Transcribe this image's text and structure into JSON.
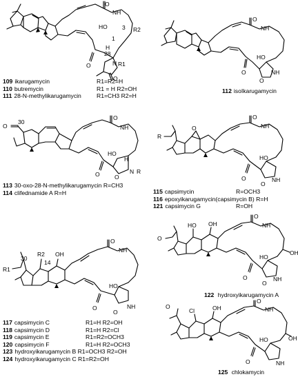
{
  "atom_labels": {
    "O": "O",
    "OH": "OH",
    "HO": "HO",
    "NH": "NH",
    "N": "N",
    "H": "H",
    "R": "R",
    "R1": "R1",
    "R2": "R2",
    "Cl": "Cl",
    "c1": "1",
    "c3": "3",
    "c28": "28",
    "c30": "30",
    "c14": "14"
  },
  "panels": {
    "p1": {
      "compounds": [
        {
          "num": "109",
          "name": "ikarugamycin",
          "subst": "R1=R2=H"
        },
        {
          "num": "110",
          "name": "butremycin",
          "subst": "R1 = H  R2=OH"
        },
        {
          "num": "111",
          "name": "28-N-methylikarugamycin",
          "subst": "R1=CH3 R2=H"
        }
      ]
    },
    "p2": {
      "compounds": [
        {
          "num": "112",
          "name": "isoIkarugamycin",
          "subst": ""
        }
      ]
    },
    "p3": {
      "compounds": [
        {
          "num": "113",
          "name": "30-oxo-28-N-methylikarugamycin",
          "subst": "R=CH3"
        },
        {
          "num": "114",
          "name": "clifednamide A",
          "subst": "R=H"
        }
      ]
    },
    "p4": {
      "compounds": [
        {
          "num": "115",
          "name": "capsimycin",
          "subst": "R=OCH3"
        },
        {
          "num": "116",
          "name": "epoxyikarugamycin(capsimycin B)",
          "subst": "R=H"
        },
        {
          "num": "121",
          "name": "capsimycin G",
          "subst": "R=OH"
        }
      ]
    },
    "p5": {
      "compounds": [
        {
          "num": "117",
          "name": "capsimycin  C",
          "subst": "R1=H R2=OH"
        },
        {
          "num": "118",
          "name": "capsimycin  D",
          "subst": "R1=H R2=Cl"
        },
        {
          "num": "119",
          "name": "capsimycin  E",
          "subst": "R1=R2=OCH3"
        },
        {
          "num": "120",
          "name": "capsimycin  F",
          "subst": "R1=H R2=OCH3"
        },
        {
          "num": "123",
          "name": "hydroxyikarugamycin B",
          "subst": "R1=OCH3 R2=OH"
        },
        {
          "num": "124",
          "name": "hydroxyikarugamycin C",
          "subst": "R1=R2=OH"
        }
      ]
    },
    "p6": {
      "compounds": [
        {
          "num": "122",
          "name": "hydroxyikarugamycin A",
          "subst": ""
        }
      ]
    },
    "p7": {
      "compounds": [
        {
          "num": "125",
          "name": "chlokamycin",
          "subst": ""
        }
      ]
    }
  }
}
